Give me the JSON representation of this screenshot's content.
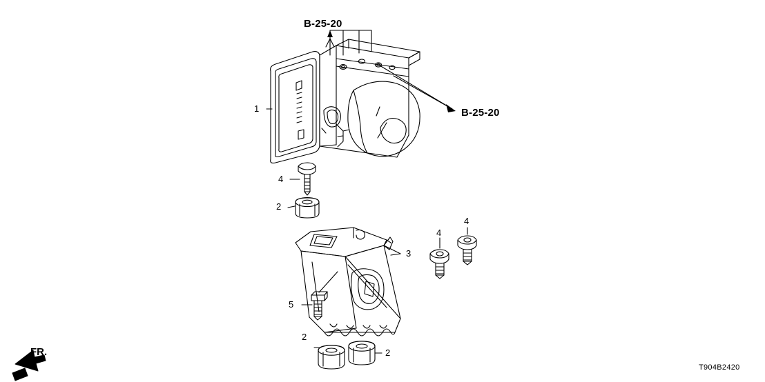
{
  "diagram": {
    "part_number": "T904B2420",
    "orientation_label": "FR.",
    "callouts": [
      {
        "id": "callout-top",
        "text": "B-25-20"
      },
      {
        "id": "callout-right",
        "text": "B-25-20"
      }
    ],
    "item_numbers": [
      {
        "id": "item-1-modulator",
        "text": "1"
      },
      {
        "id": "item-4-upper-bolt",
        "text": "4"
      },
      {
        "id": "item-2-upper-bushing",
        "text": "2"
      },
      {
        "id": "item-3-bracket",
        "text": "3"
      },
      {
        "id": "item-4-right-inner",
        "text": "4"
      },
      {
        "id": "item-4-right-outer",
        "text": "4"
      },
      {
        "id": "item-5-bolt",
        "text": "5"
      },
      {
        "id": "item-2-lower-left",
        "text": "2"
      },
      {
        "id": "item-2-lower-right",
        "text": "2"
      }
    ]
  }
}
